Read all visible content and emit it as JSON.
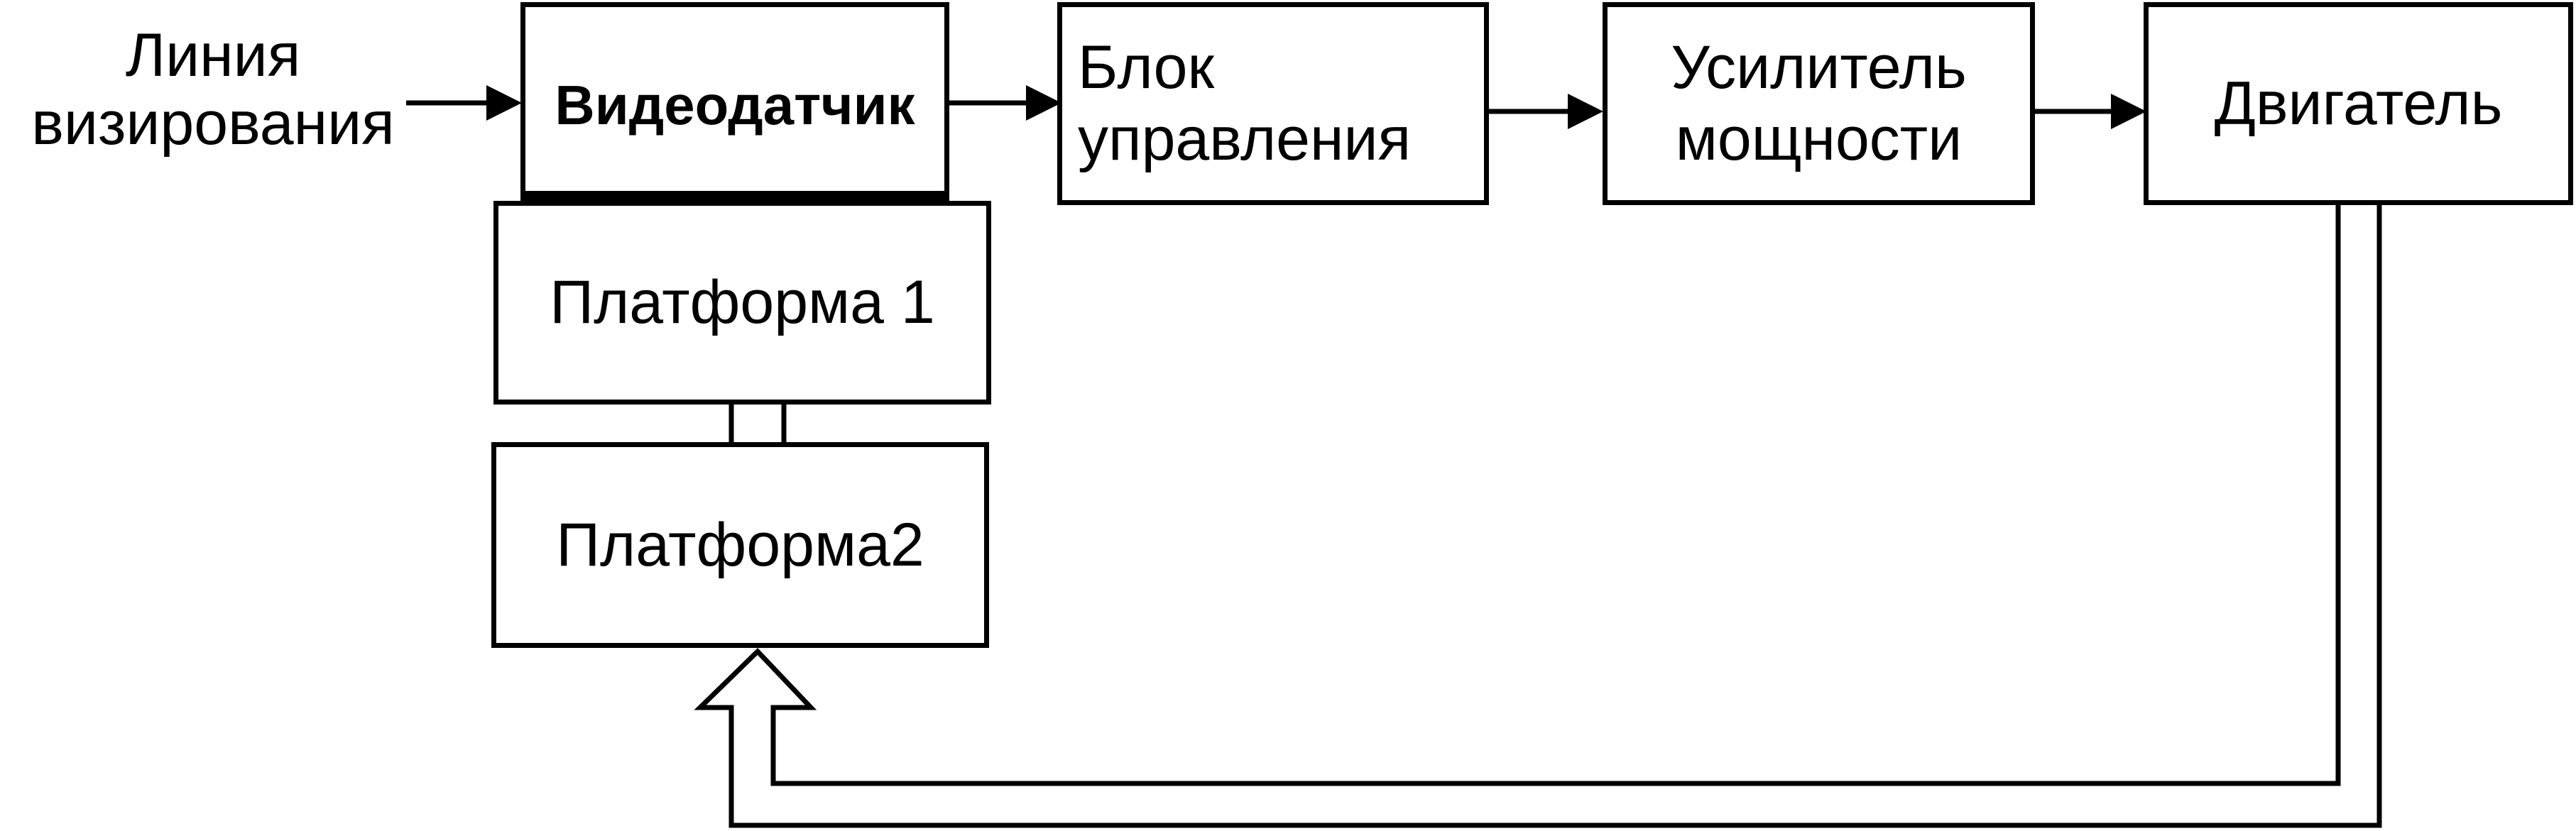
{
  "diagram": {
    "input_label": "Линия\nвизирования",
    "sensor": "Видеодатчик",
    "control_unit": "Блок\nуправления",
    "amplifier": "Усилитель\nмощности",
    "motor": "Двигатель",
    "platform1": "Платформа 1",
    "platform2": "Платформа2"
  }
}
